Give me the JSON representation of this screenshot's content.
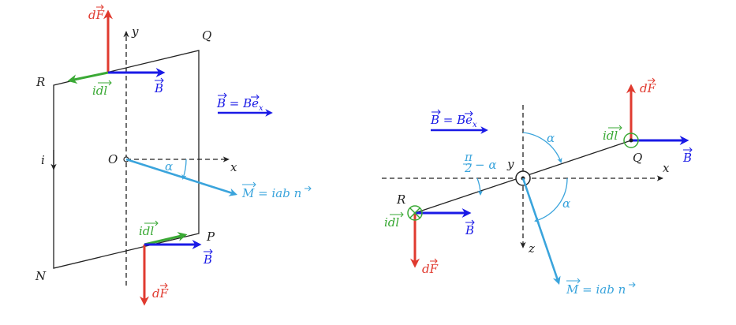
{
  "colors": {
    "force": "#e03a2f",
    "field": "#1a1ae6",
    "current": "#3aa935",
    "moment": "#3aa4dc",
    "frame": "#222222"
  },
  "left": {
    "R": "R",
    "Q": "Q",
    "P": "P",
    "N": "N",
    "O": "O",
    "i": "i",
    "x": "x",
    "y": "y",
    "alpha": "α",
    "dF_top": "dF",
    "dF_bottom": "dF",
    "idl_top": "idl",
    "idl_bottom": "idl",
    "B_top": "B",
    "B_bottom": "B",
    "B_field": "B = Be",
    "B_field_sub": "x",
    "moment": "M = iab n"
  },
  "right": {
    "B_field": "B = Be",
    "B_field_sub": "x",
    "alpha_top": "α",
    "alpha_bottom": "α",
    "pi_over_2": "π",
    "pi_denominator": "2",
    "minus_alpha": "− α",
    "y": "y",
    "x": "x",
    "z": "z",
    "R": "R",
    "Q": "Q",
    "dF_left": "dF",
    "dF_right": "dF",
    "idl_left": "idl",
    "idl_right": "idl",
    "B_left": "B",
    "B_right": "B",
    "moment": "M = iab n"
  }
}
